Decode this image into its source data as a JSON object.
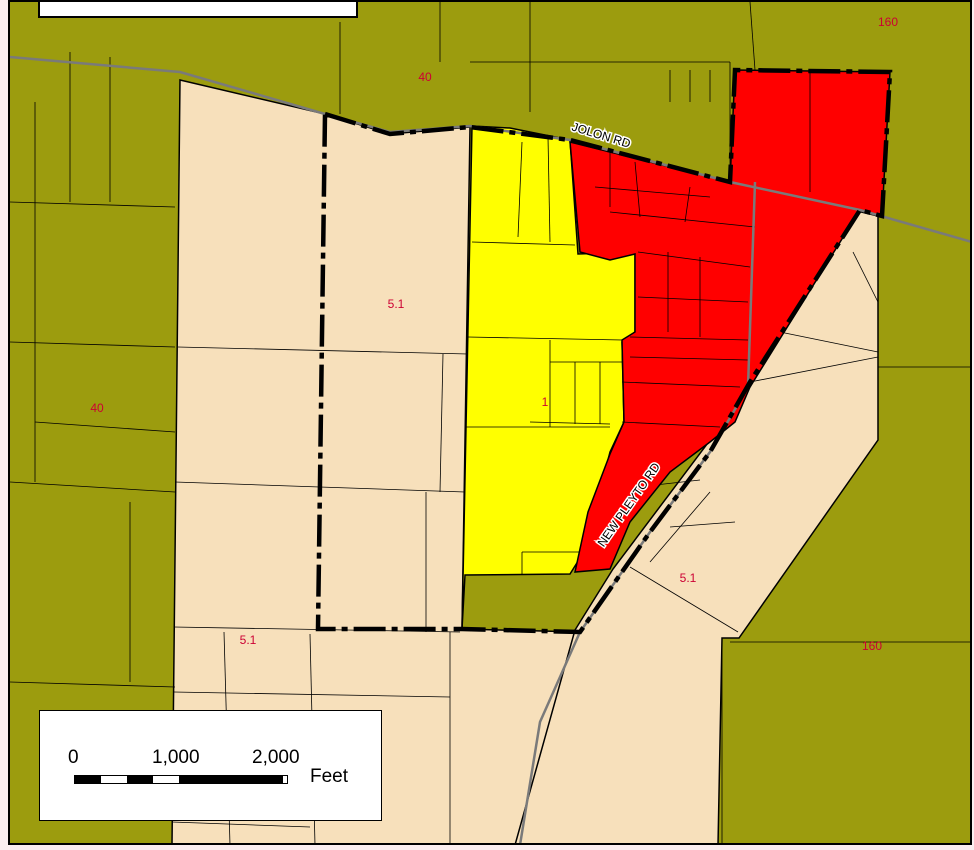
{
  "map": {
    "zoning_labels": [
      "40",
      "160",
      "5.1",
      "1",
      "40",
      "5.1",
      "5.1",
      "160"
    ],
    "road_labels": [
      "JOLON RD",
      "NEW PLEYTO RD"
    ],
    "colors": {
      "rural": "#9c9c0e",
      "low_density": "#f7e0bb",
      "medium_density": "#ffff00",
      "high_density": "#ff0000",
      "road": "#7a7a7a",
      "label_text": "#cc0033"
    }
  },
  "scale_bar": {
    "ticks": [
      "0",
      "1,000",
      "2,000"
    ],
    "unit": "Feet"
  }
}
